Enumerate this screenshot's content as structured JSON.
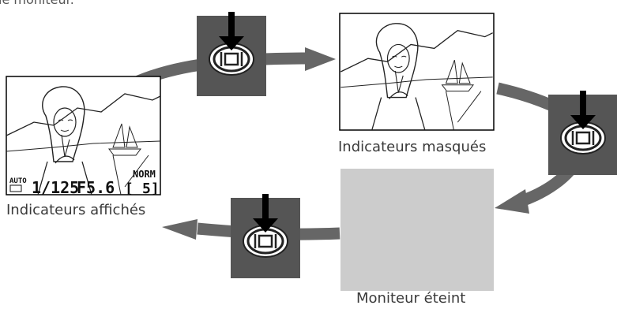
{
  "intro_fragment": "le moniteur.",
  "states": {
    "shown": {
      "label": "Indicateurs affichés",
      "indicators": {
        "mode": "AUTO",
        "shutter": "1/125",
        "aperture": "F5.6",
        "quality": "NORM",
        "frames_bracket": "[",
        "frames": "5]"
      }
    },
    "hidden": {
      "label": "Indicateurs masqués"
    },
    "off": {
      "label": "Moniteur éteint"
    }
  },
  "button": {
    "icon": "monitor-button-icon",
    "color": "#555555",
    "arrow_color": "#000000"
  },
  "colors": {
    "flow_arrow": "#666666",
    "monitor_off": "#cccccc"
  }
}
